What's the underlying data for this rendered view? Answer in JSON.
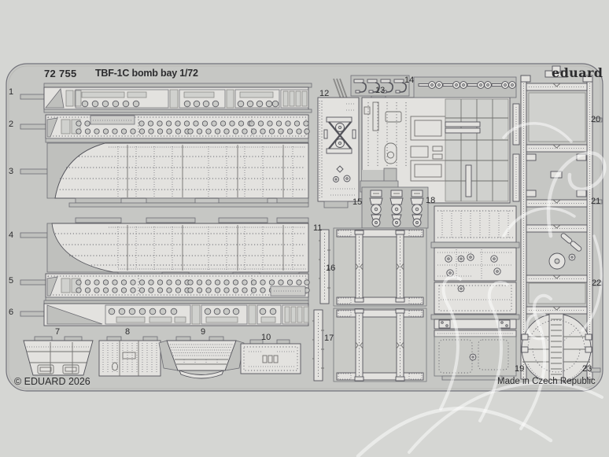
{
  "header": {
    "catalog": "72 755",
    "title": "TBF-1C bomb bay 1/72"
  },
  "brand": "eduard",
  "footer": {
    "copyright": "© EDUARD 2026",
    "made_in": "Made in Czech Republic"
  },
  "colors": {
    "background": "#d5d6d3",
    "fret_plate": "#c6c7c4",
    "part_fill": "#e3e2df",
    "outline": "#53535a",
    "text": "#2c2c2e",
    "watermark": "#ffffff"
  },
  "parts": [
    "1",
    "2",
    "3",
    "4",
    "5",
    "6",
    "7",
    "8",
    "9",
    "10",
    "11",
    "12",
    "13",
    "14",
    "15",
    "16",
    "17",
    "18",
    "19",
    "20",
    "21",
    "22",
    "23"
  ]
}
